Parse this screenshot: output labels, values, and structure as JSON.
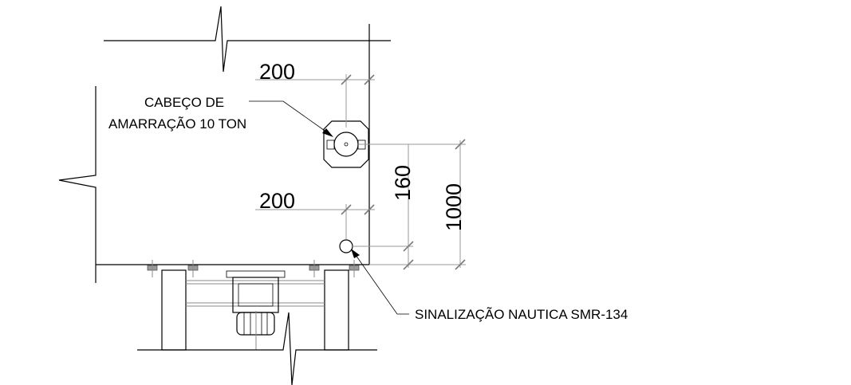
{
  "labels": {
    "mooring_bitt": [
      "CABEÇO DE",
      "AMARRAÇÃO 10 TON"
    ],
    "nav_marker": "SINALIZAÇÃO NAUTICA SMR-134"
  },
  "dimensions": {
    "top_offset": "200",
    "mid_offset": "200",
    "bitt_to_marker": "160",
    "overall": "1000"
  }
}
